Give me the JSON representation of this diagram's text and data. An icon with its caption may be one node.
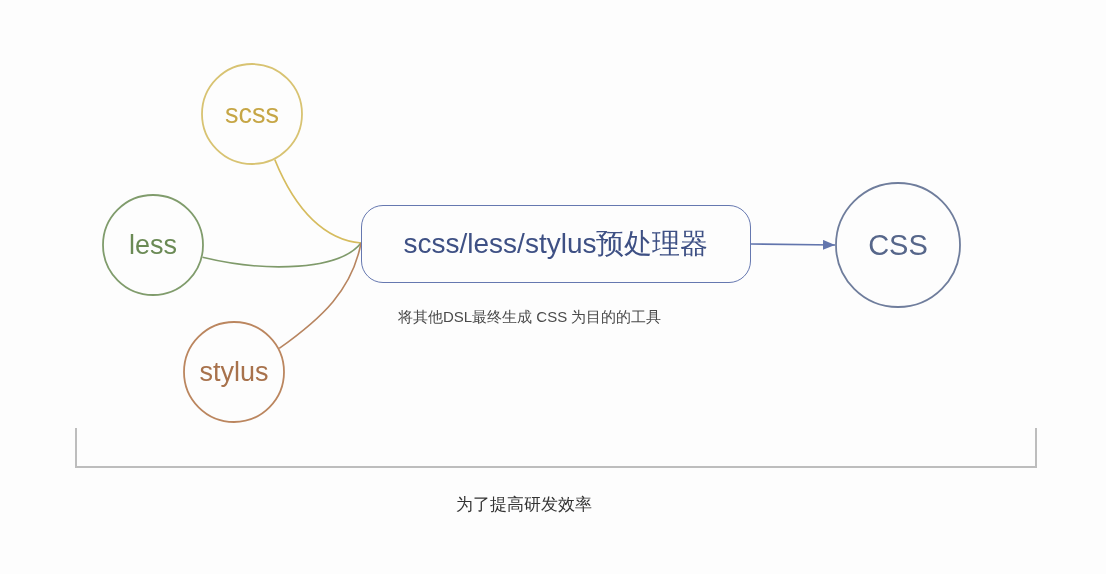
{
  "diagram": {
    "nodes": [
      {
        "text": [
          "scss"
        ]
      },
      {
        "text": [
          "less"
        ]
      },
      {
        "text": [
          "stylus"
        ]
      },
      {
        "text": [
          "scss/less/stylus预处理器"
        ],
        "beside": [
          "将其他DSL最终生成 CSS 为目的的工具"
        ]
      },
      {
        "text": [
          "CSS"
        ]
      }
    ],
    "edges": [
      {
        "from": 0,
        "to": 3,
        "arrow": "none",
        "color": "#d6bc5e"
      },
      {
        "from": 1,
        "to": 3,
        "arrow": "none",
        "color": "#7f9a6a"
      },
      {
        "from": 2,
        "to": 3,
        "arrow": "none",
        "color": "#b88560"
      },
      {
        "from": 3,
        "to": 4,
        "arrow": "to",
        "color": "#6275ad"
      }
    ],
    "labels": [
      "为了提高研发效率"
    ]
  }
}
